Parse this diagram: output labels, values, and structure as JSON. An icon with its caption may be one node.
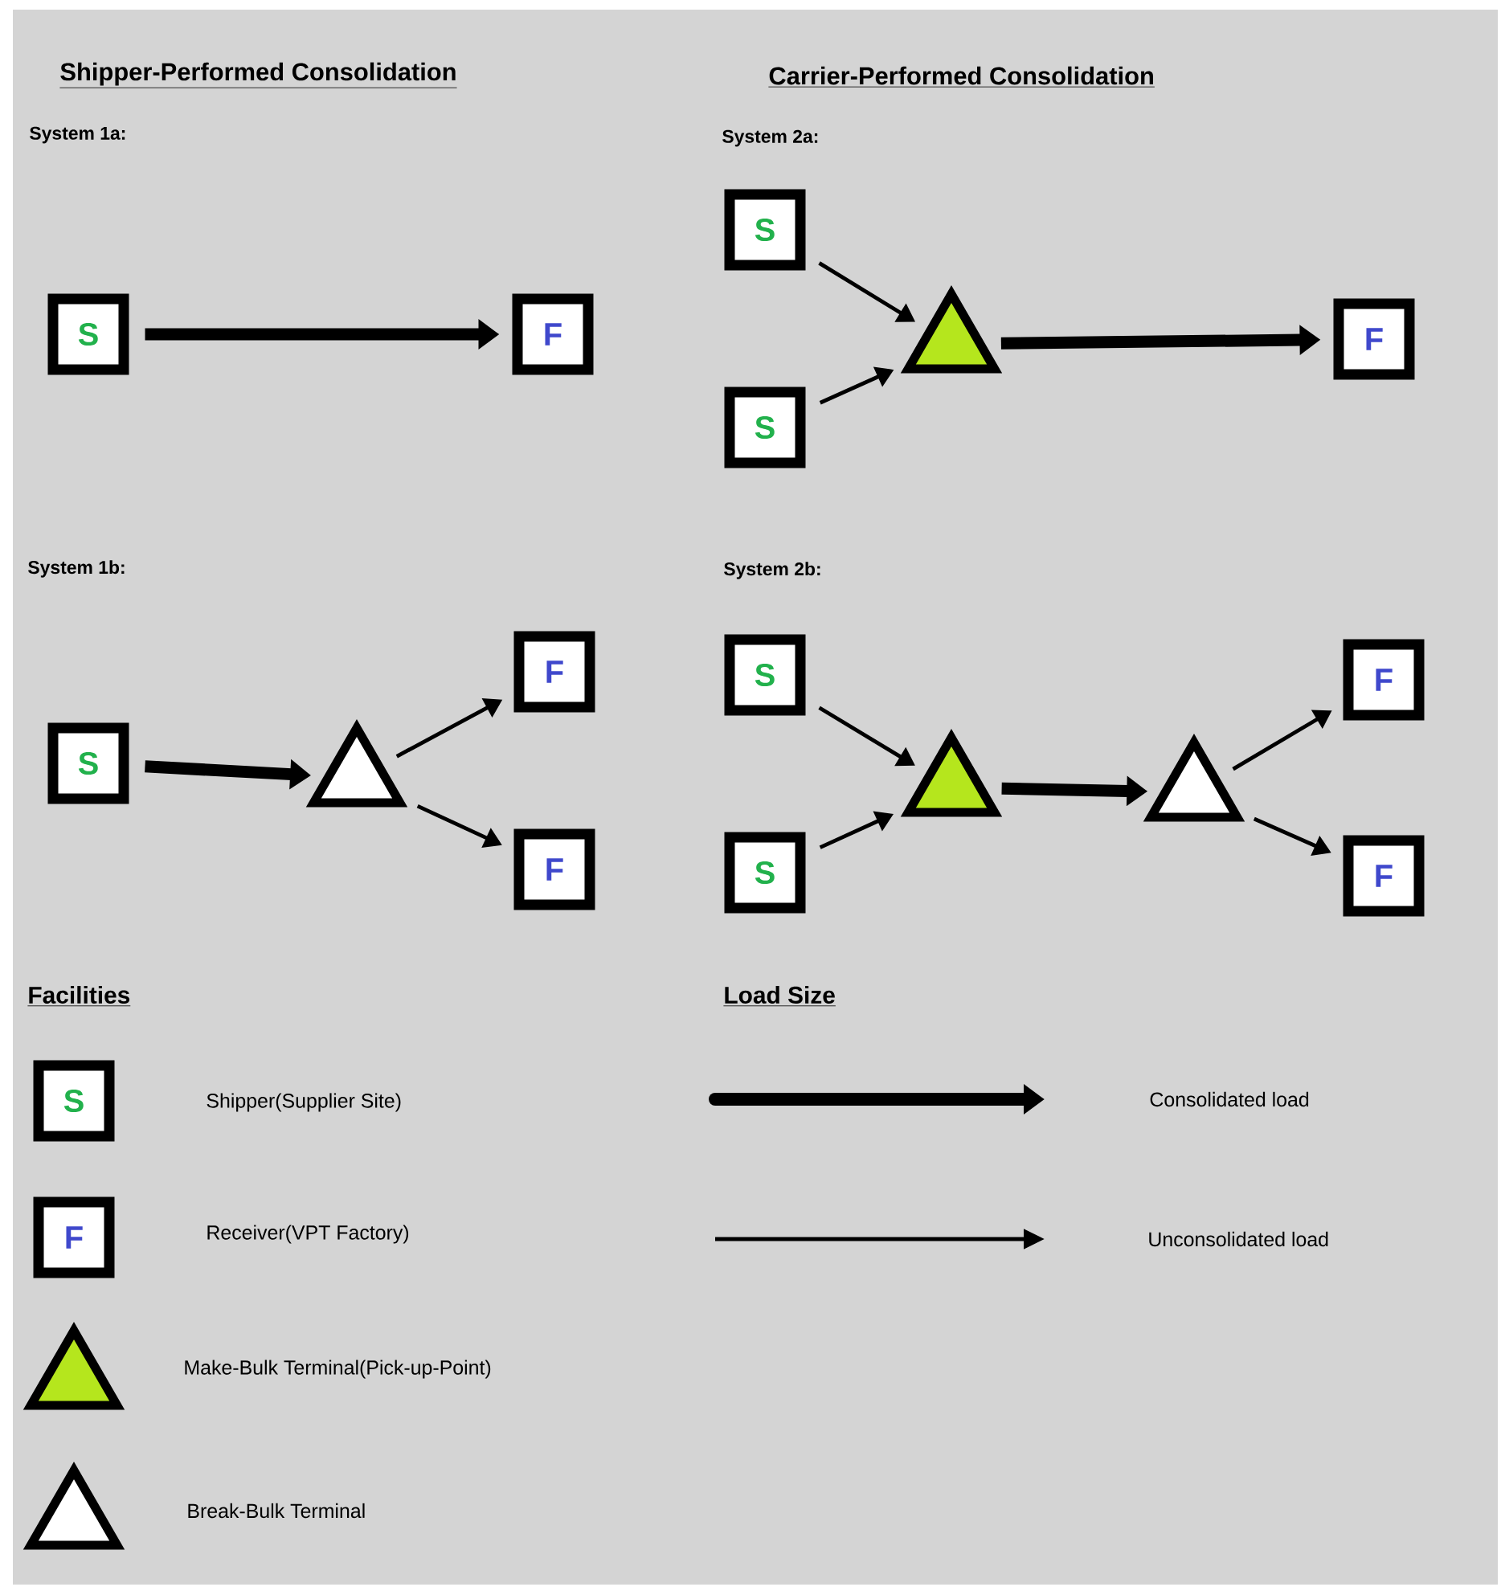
{
  "diagram": {
    "nodes": [
      {
        "text": [
          "S"
        ]
      },
      {
        "text": [
          "F"
        ]
      },
      {
        "text": [
          "S"
        ]
      },
      {
        "text": [],
        "shape": "triangle"
      },
      {
        "text": [
          "F"
        ]
      },
      {
        "text": [
          "F"
        ]
      },
      {
        "text": [
          "S"
        ]
      },
      {
        "text": [
          "S"
        ]
      },
      {
        "text": [],
        "shape": "triangle"
      },
      {
        "text": [
          "F"
        ]
      },
      {
        "text": [
          "S"
        ]
      },
      {
        "text": [
          "S"
        ]
      },
      {
        "text": [],
        "shape": "triangle"
      },
      {
        "text": [],
        "shape": "triangle"
      },
      {
        "text": [
          "F"
        ]
      },
      {
        "text": [
          "F"
        ]
      },
      {
        "text": [
          "S"
        ]
      },
      {
        "text": [
          "F"
        ]
      },
      {
        "text": [],
        "shape": "triangle"
      },
      {
        "text": [],
        "shape": "triangle"
      }
    ],
    "edges": [
      {
        "from": 0,
        "to": 1,
        "arrow": "to",
        "style": "thick"
      },
      {
        "from": 2,
        "to": 3,
        "arrow": "to",
        "style": "thick"
      },
      {
        "from": 3,
        "to": 4,
        "arrow": "to"
      },
      {
        "from": 3,
        "to": 5,
        "arrow": "to"
      },
      {
        "from": 6,
        "to": 8,
        "arrow": "to"
      },
      {
        "from": 7,
        "to": 8,
        "arrow": "to"
      },
      {
        "from": 8,
        "to": 9,
        "arrow": "to",
        "style": "thick"
      },
      {
        "from": 10,
        "to": 12,
        "arrow": "to"
      },
      {
        "from": 11,
        "to": 12,
        "arrow": "to"
      },
      {
        "from": 12,
        "to": 13,
        "arrow": "to",
        "style": "thick"
      },
      {
        "from": 13,
        "to": 14,
        "arrow": "to"
      },
      {
        "from": 13,
        "to": 15,
        "arrow": "to"
      }
    ],
    "labels": [
      "Shipper-Performed Consolidation",
      "Carrier-Performed Consolidation",
      "System 1a:",
      "System 2a:",
      "System 1b:",
      "System 2b:",
      "Facilities",
      "Load Size",
      "Shipper(Supplier Site)",
      "Receiver(VPT Factory)",
      "Make-Bulk Terminal(Pick-up-Point)",
      "Break-Bulk Terminal"
    ],
    "legend": [
      {
        "text": "Consolidated load"
      },
      {
        "text": "Unconsolidated load"
      }
    ]
  }
}
